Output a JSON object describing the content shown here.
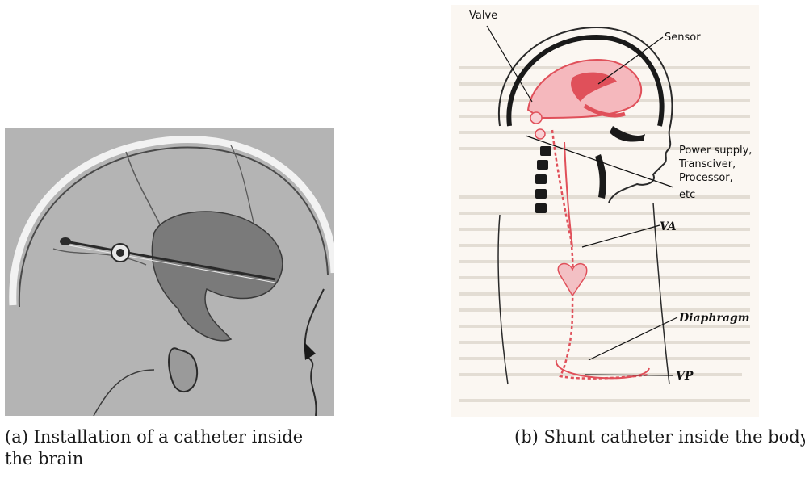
{
  "figure": {
    "panel_a": {
      "caption": "(a) Installation of a catheter inside the brain"
    },
    "panel_b": {
      "caption": "(b) Shunt catheter inside the body",
      "labels": {
        "valve": "Valve",
        "sensor": "Sensor",
        "power_1": "Power supply,",
        "power_2": "Transciver,",
        "power_3": "Processor,",
        "power_4": "etc",
        "va": "VA",
        "diaphragm": "Diaphragm",
        "vp": "VP"
      }
    }
  },
  "colors": {
    "panel_a_bg": "#b3b3b3",
    "anatomy_red": "#e0505a",
    "paper_bg": "#fbf7f2"
  }
}
